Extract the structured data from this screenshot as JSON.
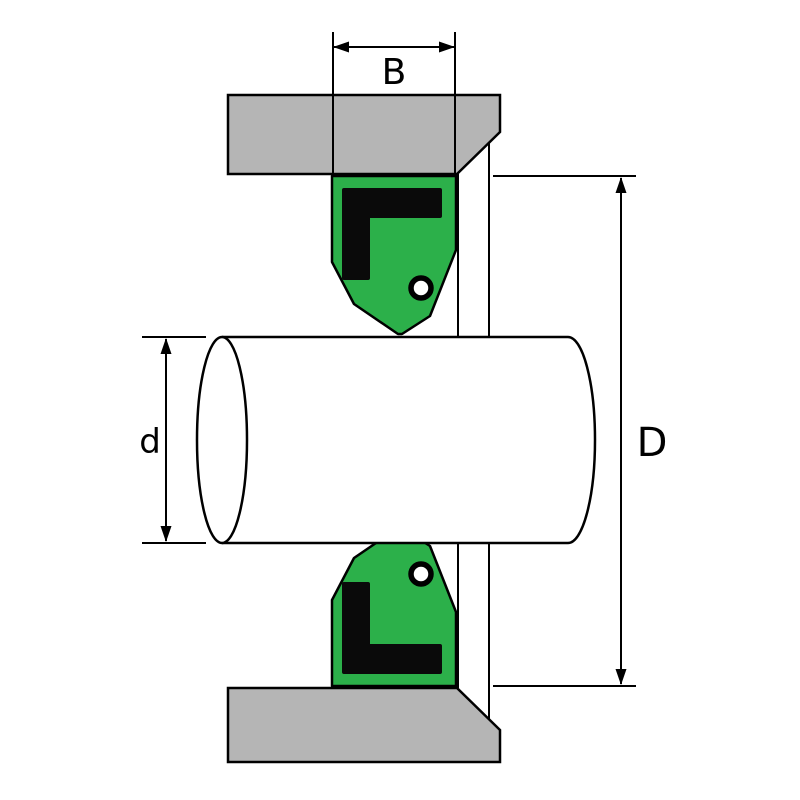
{
  "diagram": {
    "labels": {
      "seal_width": "B",
      "shaft_diameter": "d",
      "outer_diameter": "D"
    },
    "colors": {
      "housing": "#b5b5b5",
      "seal": "#2cb04a",
      "insert": "#0a0a0a",
      "shaft": "#ffffff",
      "line": "#000000"
    }
  }
}
